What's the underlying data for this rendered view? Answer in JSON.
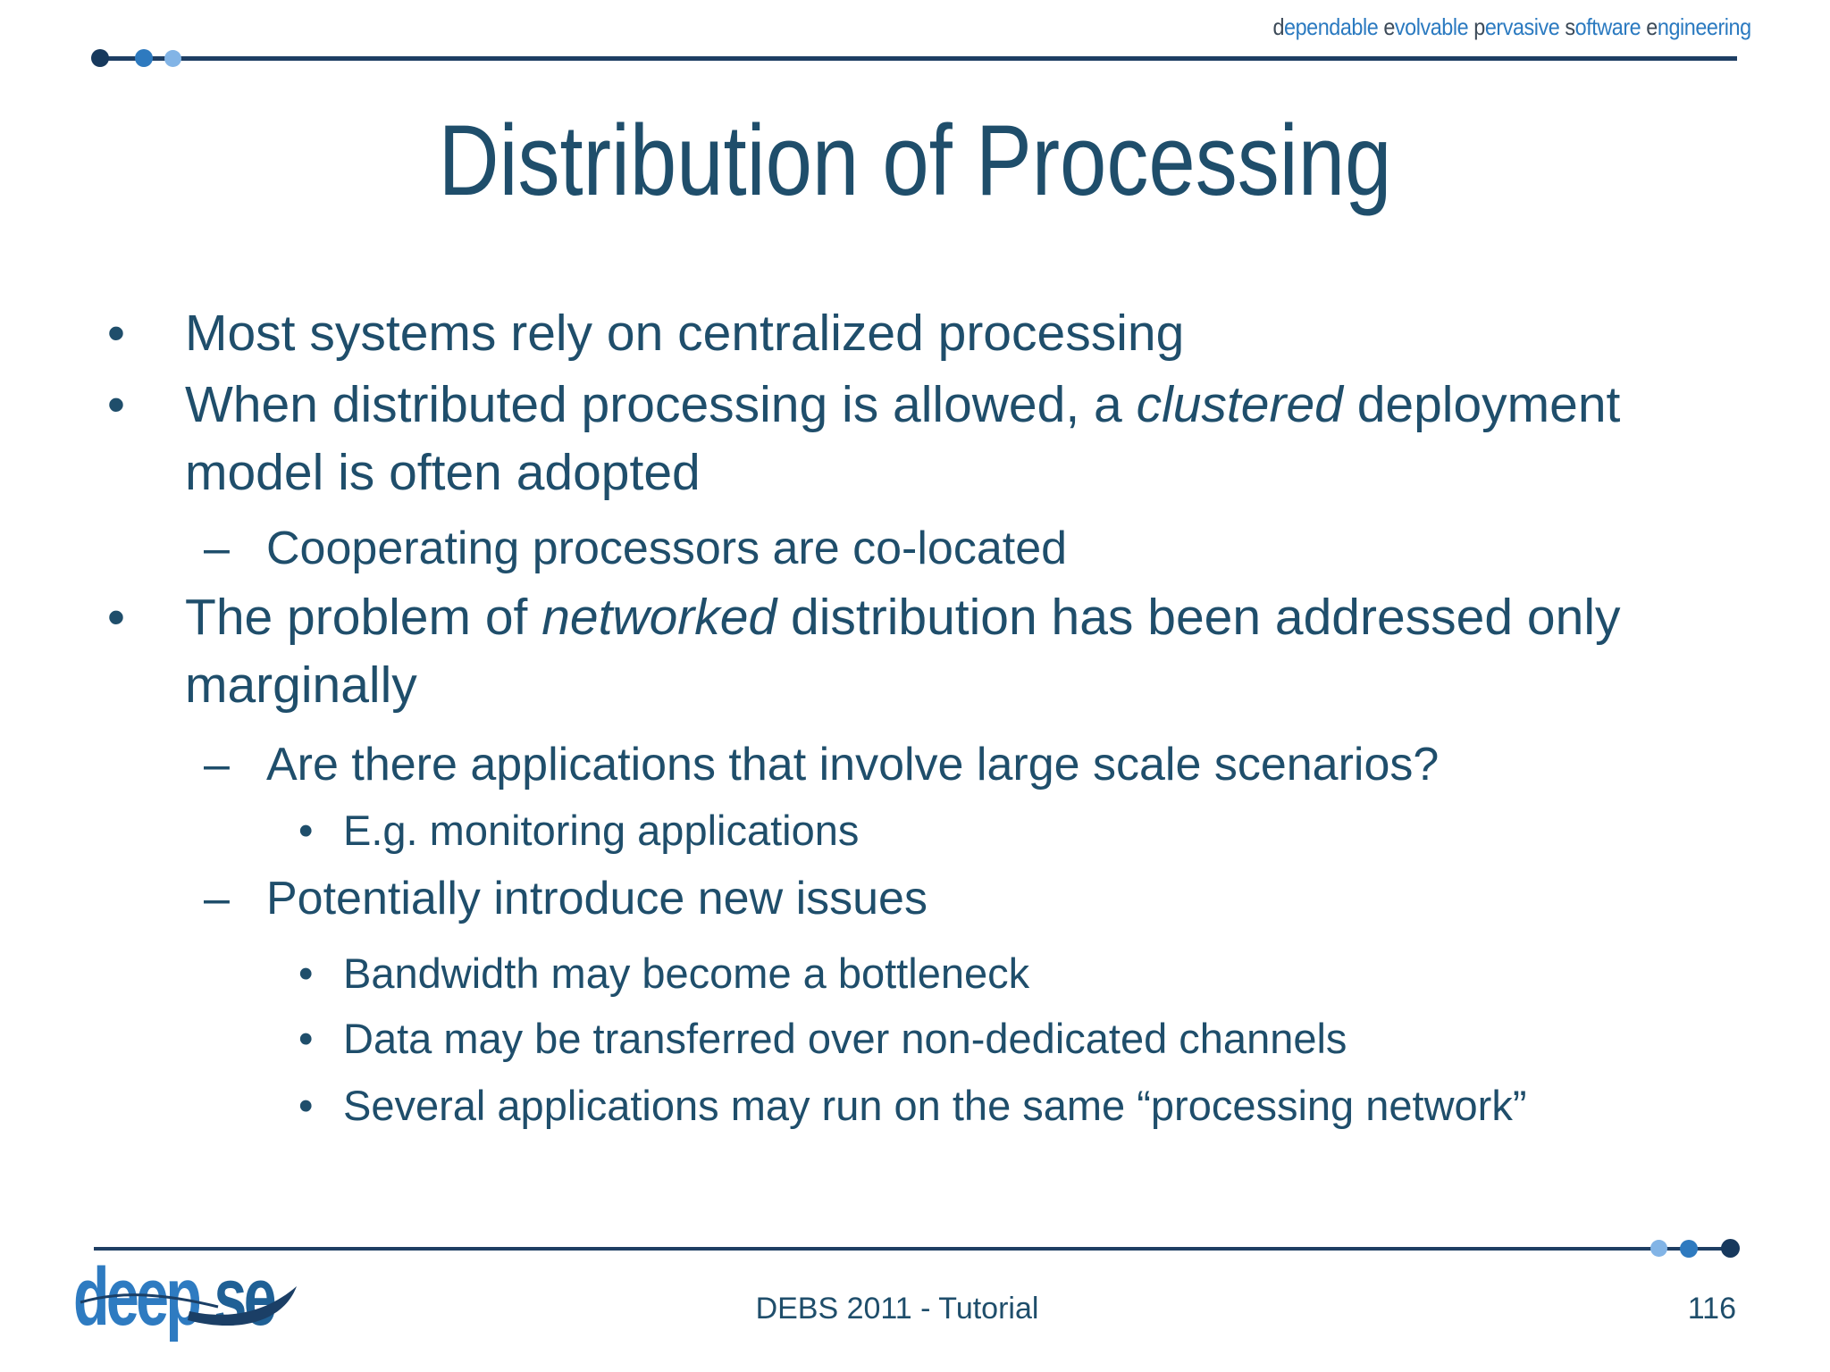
{
  "slide": {
    "tagline": {
      "words": [
        {
          "initial": "d",
          "rest": "ependable "
        },
        {
          "initial": "e",
          "rest": "volvable "
        },
        {
          "initial": "p",
          "rest": "ervasive "
        },
        {
          "initial": "s",
          "rest": "oftware "
        },
        {
          "initial": "e",
          "rest": "ngineering"
        }
      ]
    },
    "title": "Distribution of Processing",
    "bullets": [
      {
        "level": 1,
        "marker": "•",
        "pre": "Most systems rely on centralized processing"
      },
      {
        "level": 1,
        "marker": "•",
        "pre": "When distributed processing is allowed, a ",
        "em": "clustered",
        "post": " deployment\nmodel is often adopted"
      },
      {
        "level": 2,
        "marker": "–",
        "pre": "Cooperating processors are co-located"
      },
      {
        "level": 1,
        "marker": "•",
        "pre": "The problem of ",
        "em": "networked",
        "post": " distribution has been addressed only\nmarginally"
      },
      {
        "level": 2,
        "marker": "–",
        "pre": "Are there applications that involve large scale scenarios?"
      },
      {
        "level": 3,
        "marker": "•",
        "pre": "E.g. monitoring applications"
      },
      {
        "level": 2,
        "marker": "–",
        "pre": "Potentially introduce new issues"
      },
      {
        "level": 3,
        "marker": "•",
        "pre": "Bandwidth may become a bottleneck"
      },
      {
        "level": 3,
        "marker": "•",
        "pre": "Data may be transferred over non-dedicated channels"
      },
      {
        "level": 3,
        "marker": "•",
        "pre": "Several applications may run on the same “processing network”"
      }
    ],
    "logo": {
      "deep": "deep",
      "se": "se"
    },
    "footer": {
      "center": "DEBS 2011 - Tutorial",
      "page_number": "116"
    }
  },
  "colors": {
    "text": "#1f4e6b",
    "line": "#1e3e63",
    "dot_dark": "#17395d",
    "dot_mid": "#2e7abf",
    "dot_light": "#82b4e6",
    "tagline_blue": "#2b7ac0",
    "tagline_dark": "#3c4a58",
    "logo_deep": "#2e7bc1",
    "logo_se": "#1f6095"
  }
}
